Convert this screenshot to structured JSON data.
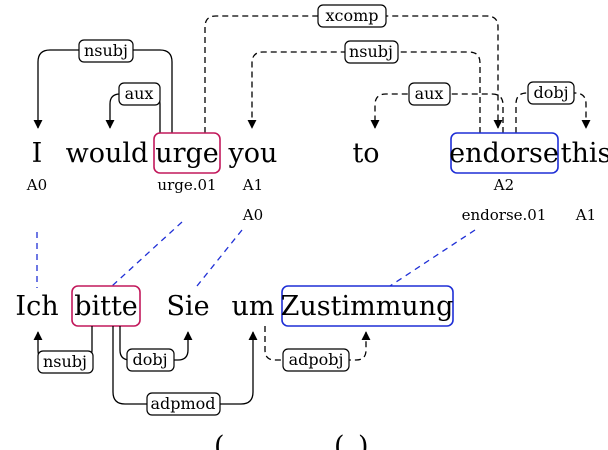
{
  "english_words": [
    "I",
    "would",
    "urge",
    "you",
    "to",
    "endorse",
    "this"
  ],
  "german_words": [
    "Ich",
    "bitte",
    "Sie",
    "um",
    "Zustimmung"
  ],
  "english_roles_row1": [
    "A0",
    "urge.01",
    "A1",
    "A2"
  ],
  "english_roles_row2": [
    "A0",
    "endorse.01",
    "A1"
  ],
  "english_arcs": [
    "nsubj",
    "aux",
    "xcomp",
    "nsubj",
    "aux",
    "dobj"
  ],
  "german_arcs": [
    "nsubj",
    "dobj",
    "adpmod",
    "adpobj"
  ],
  "colors": {
    "predicate_box": "#c2185b",
    "argument_box": "#1f2fd6",
    "alignment": "#1f2fd6"
  }
}
